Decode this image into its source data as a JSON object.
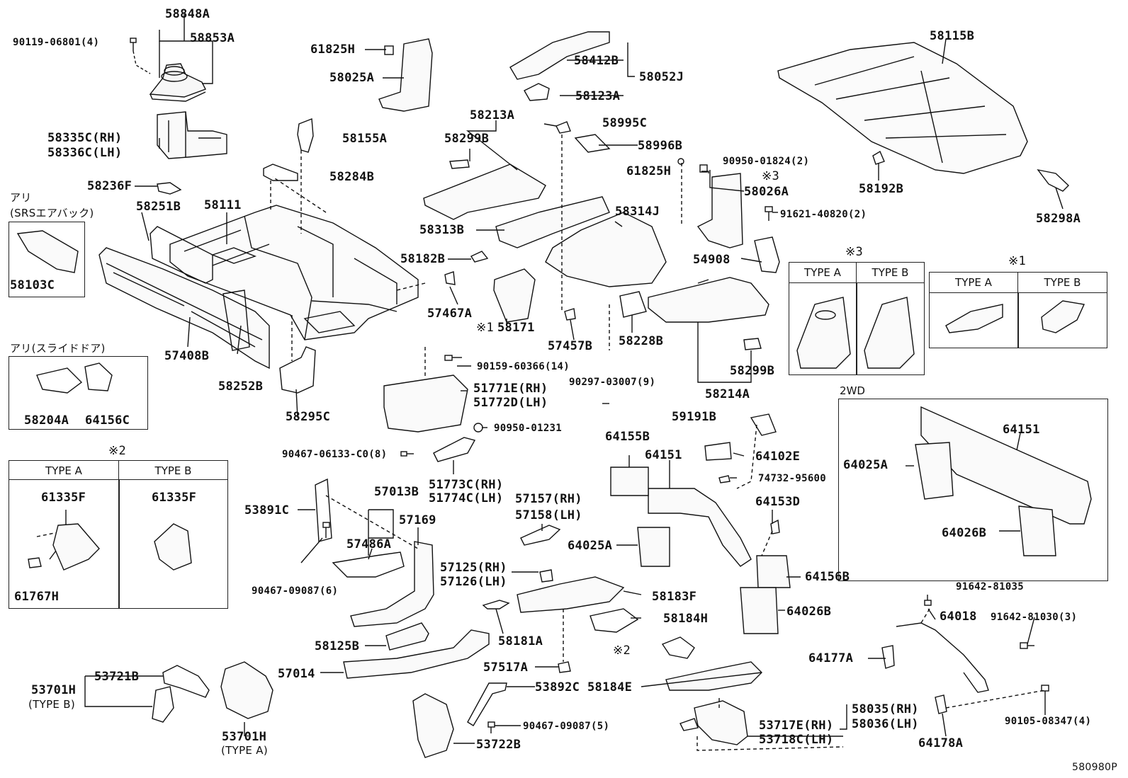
{
  "diagram_id": "580980P",
  "labels": {
    "p90119_06801": "90119-06801(4)",
    "p58848A": "58848A",
    "p58853A": "58853A",
    "p58335C": "58335C(RH)",
    "p58336C": "58336C(LH)",
    "p58236F": "58236F",
    "p58251B": "58251B",
    "p58111": "58111",
    "p58155A": "58155A",
    "p58284B": "58284B",
    "p61825H_a": "61825H",
    "p58025A": "58025A",
    "p58412B": "58412B",
    "p58052J": "58052J",
    "p58123A": "58123A",
    "p58115B": "58115B",
    "p58213A": "58213A",
    "p58299B_a": "58299B",
    "p58995C": "58995C",
    "p58996B": "58996B",
    "p90950_01824": "90950-01824(2)",
    "p61825H_b": "61825H",
    "p58314J": "58314J",
    "p58313B": "58313B",
    "p58182B": "58182B",
    "p57467A": "57467A",
    "p58171": "58171",
    "p58171_mark": "※1",
    "p57457B": "57457B",
    "p58228B": "58228B",
    "p58026A": "58026A",
    "p91621_40820": "91621-40820(2)",
    "p54908": "54908",
    "p58192B": "58192B",
    "p58298A": "58298A",
    "p58103C": "58103C",
    "p57408B": "57408B",
    "p58252B": "58252B",
    "p58295C": "58295C",
    "p58204A": "58204A",
    "p64156C": "64156C",
    "p90159_60366": "90159-60366(14)",
    "p51771E": "51771E(RH)",
    "p51772D": "51772D(LH)",
    "p90297_03007": "90297-03007(9)",
    "p58299B_b": "58299B",
    "p58214A": "58214A",
    "p90950_01231": "90950-01231",
    "p90467_06133": "90467-06133-C0(8)",
    "p51773C": "51773C(RH)",
    "p51774C": "51774C(LH)",
    "p59191B": "59191B",
    "p64155B": "64155B",
    "p64151_a": "64151",
    "p64102E": "64102E",
    "p74732_95600": "74732-95600",
    "p64153D": "64153D",
    "p64025A_a": "64025A",
    "p64156B": "64156B",
    "p64026B_a": "64026B",
    "p53891C": "53891C",
    "p57013B": "57013B",
    "p57169": "57169",
    "p57486A": "57486A",
    "p57157": "57157(RH)",
    "p57158": "57158(LH)",
    "p90467_09087_6": "90467-09087(6)",
    "p57125": "57125(RH)",
    "p57126": "57126(LH)",
    "p58183F": "58183F",
    "p58184H": "58184H",
    "p58181A": "58181A",
    "p58125B": "58125B",
    "p57014": "57014",
    "p57517A": "57517A",
    "p53892C": "53892C",
    "p58184E": "58184E",
    "p90467_09087_5": "90467-09087(5)",
    "p53722B": "53722B",
    "p53721B": "53721B",
    "p53701H_b": "53701H",
    "p53701H_b_type": "(TYPE B)",
    "p53701H_a": "53701H",
    "p53701H_a_type": "(TYPE A)",
    "p58035": "58035(RH)",
    "p58036": "58036(LH)",
    "p53717E": "53717E(RH)",
    "p53718C": "53718C(LH)",
    "p91642_81035": "91642-81035",
    "p64018": "64018",
    "p91642_81030": "91642-81030(3)",
    "p64177A": "64177A",
    "p90105_08347": "90105-08347(4)",
    "p64178A": "64178A",
    "p2_mark": "※2",
    "p64151_b": "64151",
    "p64025A_b": "64025A",
    "p64026B_b": "64026B"
  },
  "boxes": {
    "srs": {
      "caption": "アリ",
      "caption2": "(SRSエアバック)",
      "part": "58103C"
    },
    "slide": {
      "caption": "アリ(スライドドア)"
    },
    "note2": {
      "mark": "※2",
      "type_a": "TYPE A",
      "type_b": "TYPE B",
      "part_a": "61335F",
      "part_b": "61335F",
      "part_a2": "61767H"
    },
    "note3": {
      "mark": "※3",
      "type_a": "TYPE A",
      "type_b": "TYPE B"
    },
    "note1": {
      "mark": "※1",
      "type_a": "TYPE A",
      "type_b": "TYPE B"
    },
    "wd2": {
      "caption": "2WD"
    }
  },
  "colors": {
    "ink": "#111111",
    "background": "#ffffff"
  }
}
